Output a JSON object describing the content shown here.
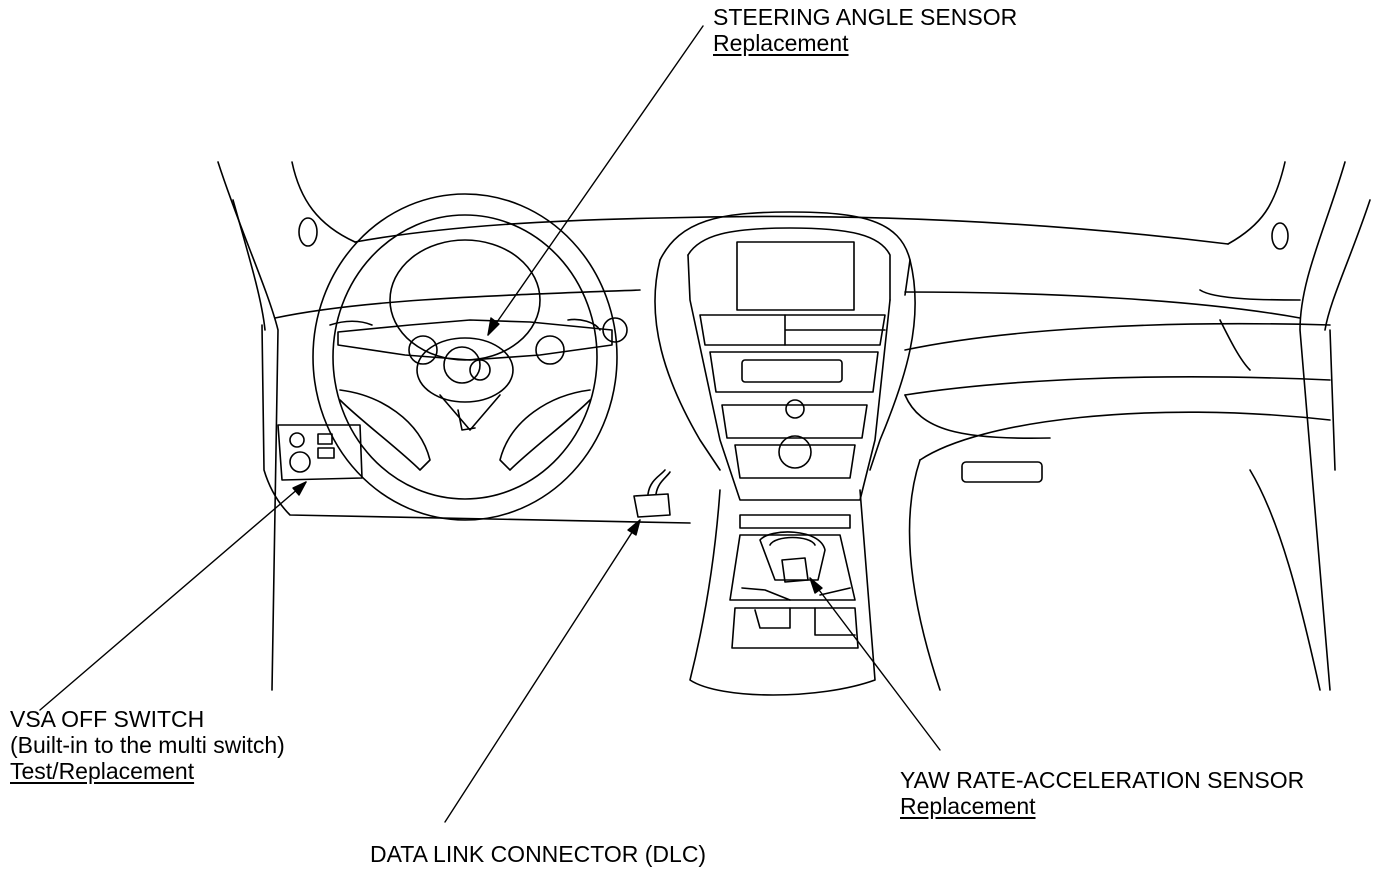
{
  "callouts": {
    "steering_angle_sensor": {
      "name": "STEERING ANGLE SENSOR",
      "link": "Replacement"
    },
    "vsa_off_switch": {
      "name": "VSA OFF SWITCH",
      "note": "(Built-in to the multi switch)",
      "link": "Test/Replacement"
    },
    "yaw_rate_sensor": {
      "name": "YAW RATE-ACCELERATION SENSOR",
      "link": "Replacement"
    },
    "data_link_connector": {
      "name": "DATA LINK CONNECTOR (DLC)"
    }
  },
  "colors": {
    "ink": "#000000",
    "background": "#ffffff"
  }
}
